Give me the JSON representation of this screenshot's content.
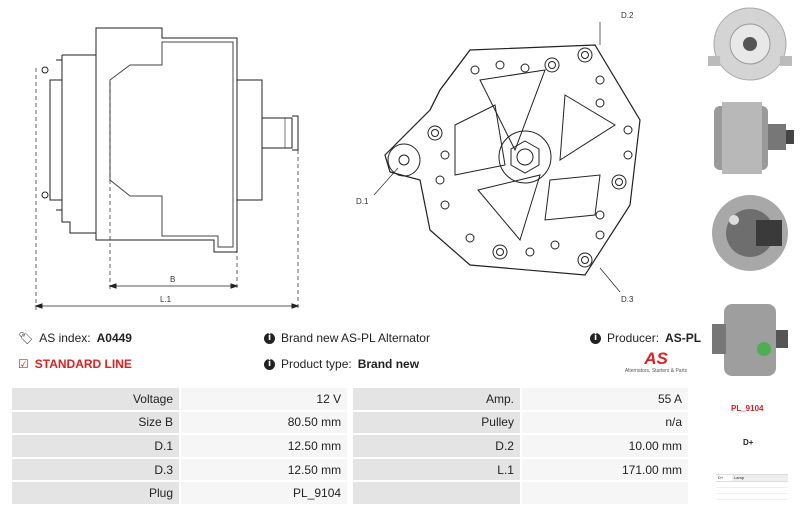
{
  "diagram": {
    "labels": {
      "b": "B",
      "l1": "L.1",
      "d1": "D.1",
      "d2": "D.2",
      "d3": "D.3"
    }
  },
  "info": {
    "as_index_label": "AS index:",
    "as_index_value": "A0449",
    "brand_text": "Brand new AS-PL Alternator",
    "producer_label": "Producer:",
    "producer_value": "AS-PL",
    "line": "STANDARD LINE",
    "product_type_label": "Product type:",
    "product_type_value": "Brand new",
    "logo_text": "AS",
    "logo_tagline": "Alternators, Starters & Parts"
  },
  "specs": [
    {
      "k1": "Voltage",
      "v1": "12 V",
      "k2": "Amp.",
      "v2": "55 A"
    },
    {
      "k1": "Size B",
      "v1": "80.50 mm",
      "k2": "Pulley",
      "v2": "n/a"
    },
    {
      "k1": "D.1",
      "v1": "12.50 mm",
      "k2": "D.2",
      "v2": "10.00 mm"
    },
    {
      "k1": "D.3",
      "v1": "12.50 mm",
      "k2": "L.1",
      "v2": "171.00 mm"
    },
    {
      "k1": "Plug",
      "v1": "PL_9104",
      "k2": "",
      "v2": ""
    }
  ],
  "side": {
    "plug_code": "PL_9104",
    "terminal": "D+",
    "mini_row_left": "D+",
    "mini_row_right": "Lamp"
  },
  "colors": {
    "accent_red": "#e02020",
    "key_bg": "#e4e4e4",
    "value_bg": "#f6f6f6"
  }
}
